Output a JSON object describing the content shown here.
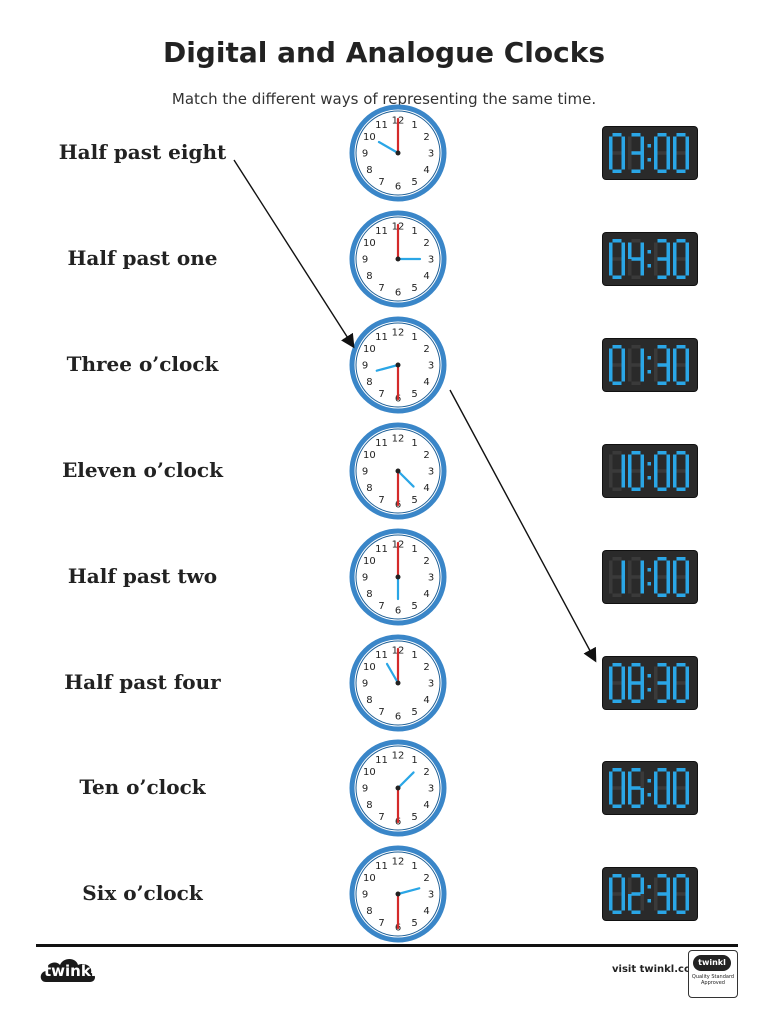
{
  "worksheet": {
    "title": "Digital and Analogue Clocks",
    "subtitle": "Match the different ways of representing the same time."
  },
  "phrases": [
    "Half past eight",
    "Half past one",
    "Three o’clock",
    "Eleven o’clock",
    "Half past two",
    "Half past four",
    "Ten o’clock",
    "Six o’clock"
  ],
  "clocks": [
    {
      "hour_hand": 10,
      "minute_hand": 12
    },
    {
      "hour_hand": 3,
      "minute_hand": 12
    },
    {
      "hour_hand": 8.5,
      "minute_hand": 6
    },
    {
      "hour_hand": 4.5,
      "minute_hand": 6
    },
    {
      "hour_hand": 6,
      "minute_hand": 12
    },
    {
      "hour_hand": 11,
      "minute_hand": 12
    },
    {
      "hour_hand": 1.5,
      "minute_hand": 6
    },
    {
      "hour_hand": 2.5,
      "minute_hand": 6
    }
  ],
  "clock_numbers": [
    "12",
    "1",
    "2",
    "3",
    "4",
    "5",
    "6",
    "7",
    "8",
    "9",
    "10",
    "11"
  ],
  "digital_times": [
    "03:00",
    "04:30",
    "01:30",
    "10:00",
    "11:00",
    "08:30",
    "06:00",
    "02:30"
  ],
  "connections": [
    {
      "from": "phrase-0",
      "to": "clock-2"
    },
    {
      "from": "clock-2",
      "to": "digital-5"
    }
  ],
  "footer": {
    "logo": "twinkl",
    "visit": "visit twinkl.com",
    "badge_top": "twinkl",
    "badge_text": "Quality Standard Approved"
  },
  "colors": {
    "clock_rim": "#3a86c8",
    "minute_hand": "#d42a2a",
    "hour_hand": "#2aa6e6",
    "digital_bg": "#2a2a2a",
    "digital_segment": "#2aa6e6"
  }
}
